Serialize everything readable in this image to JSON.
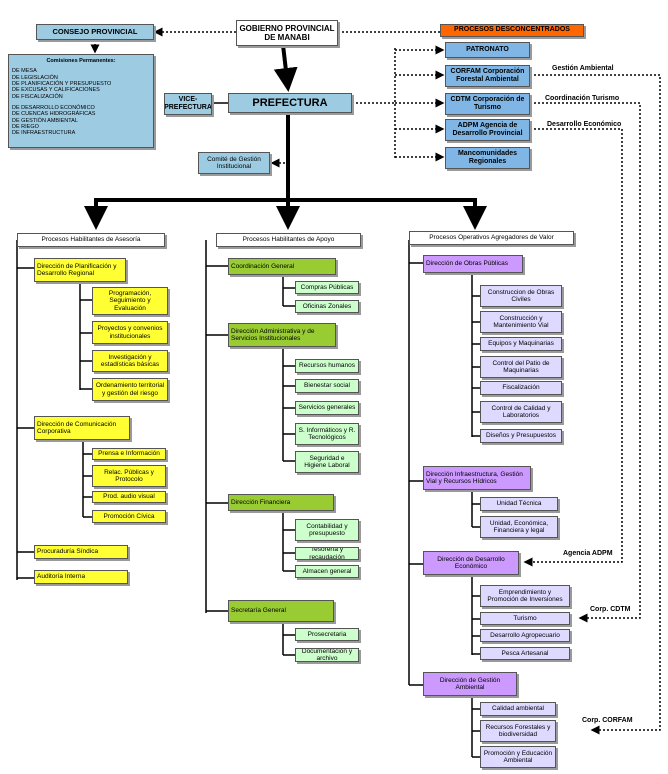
{
  "top": {
    "gobierno": "GOBIERNO PROVINCIAL DE MANABI",
    "consejo": "CONSEJO PROVINCIAL",
    "prefectura": "PREFECTURA",
    "vice": "VICE-PREFECTURA",
    "comite": "Comité de Gestión Institucional"
  },
  "comisiones": {
    "title": "Comisiones Permanentes:",
    "items": [
      "DE MESA",
      "DE LEGISLACIÓN",
      "DE PLANIFICACIÓN Y PRESUPUESTO",
      "DE EXCUSAS Y CALIFICACIONES",
      "DE FISCALIZACIÓN",
      "",
      "DE DESARROLLO ECONÓMICO",
      "DE CUENCAS HIDROGRÁFICAS",
      "DE GESTIÓN AMBIENTAL",
      "DE RIEGO",
      "DE INFRAESTRUCTURA"
    ]
  },
  "desconcentrados": {
    "title": "PROCESOS DESCONCENTRADOS",
    "items": [
      "PATRONATO",
      "CORFAM Corporación Forestal Ambiental",
      "CDTM Corporación de Turismo",
      "ADPM Agencia de Desarrollo Provincial",
      "Mancomunidades Regionales"
    ]
  },
  "labels": {
    "gestion_ambiental": "Gestión Ambiental",
    "coordinacion_turismo": "Coordinación Turismo",
    "desarrollo_economico": "Desarrollo Económico",
    "agencia_adpm": "Agencia ADPM",
    "corp_cdtm": "Corp. CDTM",
    "corp_corfam": "Corp. CORFAM"
  },
  "col1": {
    "header": "Procesos Habilitantes de Asesoría",
    "planificacion": "Dirección de Planificación y Desarrollo Regional",
    "planificacion_items": [
      "Programación, Seguimiento y Evaluación",
      "Proyectos y convenios institucionales",
      "Investigación y estadísticas básicas",
      "Ordenamiento territorial y gestión del riesgo"
    ],
    "comunicacion": "Dirección de Comunicación Corporativa",
    "comunicacion_items": [
      "Prensa e Información",
      "Relac.  Públicas y Protocolo",
      "Prod. audio visual",
      "Promoción Cívica"
    ],
    "procuraduria": "Procuraduría Síndica",
    "auditoria": "Auditoría Interna"
  },
  "col2": {
    "header": "Procesos Habilitantes de Apoyo",
    "coordinacion": "Coordinación General",
    "coordinacion_items": [
      "Compras Públicas",
      "Oficinas Zonales"
    ],
    "administrativa": "Dirección Administrativa y de Servicios Institucionales",
    "administrativa_items": [
      "Recursos humanos",
      "Bienestar social",
      "Servicios generales",
      "S. Informáticos y R. Tecnológicos",
      "Seguridad e Higiene Laboral"
    ],
    "financiera": "Dirección Financiera",
    "financiera_items": [
      "Contabilidad y presupuesto",
      "Tesorería y recaudación",
      "Almacen general"
    ],
    "secretaria": "Secretaría General",
    "secretaria_items": [
      "Prosecretaria",
      "Documentación y archivo"
    ]
  },
  "col3": {
    "header": "Procesos Operativos Agregadores de Valor",
    "obras": "Dirección de Obras Públicas",
    "obras_items": [
      "Construccion de Obras Civiles",
      "Construcción y Mantenimiento Vial",
      "Equipos y Maquinarias",
      "Control del Patio de Maquinarias",
      "Fiscalización",
      "Control de Calidad y Laboratorios",
      "Diseños y Presupuestos"
    ],
    "infra": "Dirección Infraestructura, Gestión Vial y Recursos Hídricos",
    "infra_items": [
      "Unidad Técnica",
      "Unidad, Económica, Financiera y legal"
    ],
    "desarrollo": "Dirección de Desarrollo Económico",
    "desarrollo_items": [
      "Emprendimiento y Promoción de Inversiones",
      "Turismo",
      "Desarrollo Agropecuario",
      "Pesca Artesanal"
    ],
    "ambiental": "Dirección de Gestión Ambiental",
    "ambiental_items": [
      "Calidad ambiental",
      "Recursos Forestales y biodiversidad",
      "Promoción y Educación Ambiental"
    ]
  }
}
